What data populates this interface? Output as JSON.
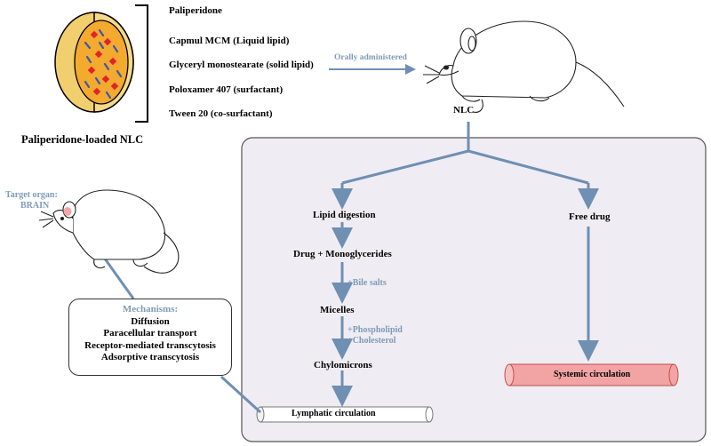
{
  "nlc_composition": {
    "title": "Paliperidone-loaded NLC",
    "ingredients": [
      "Paliperidone",
      "Capmul MCM (Liquid lipid)",
      "Glyceryl monostearate (solid lipid)",
      "Poloxamer 407 (surfactant)",
      "Tween 20 (co-surfactant)"
    ]
  },
  "administration": {
    "route_label": "Orally administered",
    "formulation_label": "NLC"
  },
  "target": {
    "line1": "Target organ:",
    "line2": "BRAIN"
  },
  "pathway_lymphatic": {
    "steps": [
      "Lipid digestion",
      "Drug + Monoglycerides",
      "Micelles",
      "Chylomicrons"
    ],
    "additives": {
      "bile": "+Bile salts",
      "phospholipid": "+Phospholipid",
      "cholesterol": "+Cholesterol"
    },
    "endpoint": "Lymphatic circulation"
  },
  "pathway_systemic": {
    "start": "Free drug",
    "endpoint": "Systemic circulation"
  },
  "mechanisms": {
    "heading": "Mechanisms:",
    "items": [
      "Diffusion",
      "Paracellular transport",
      "Receptor-mediated transcytosis",
      "Adsorptive transcytosis"
    ]
  },
  "colors": {
    "arrow": "#6f8fb3",
    "label_blue": "#7f9bb8",
    "panel_fill": "#efedf3",
    "nanoparticle_shell": "#f2cf6e",
    "nanoparticle_core": "#f4a92f",
    "drug_red": "#e0242b",
    "lipid_blue": "#3a5aa8",
    "systemic_tube": "#f2a3a3",
    "target_spot": "#f3a7a7"
  }
}
